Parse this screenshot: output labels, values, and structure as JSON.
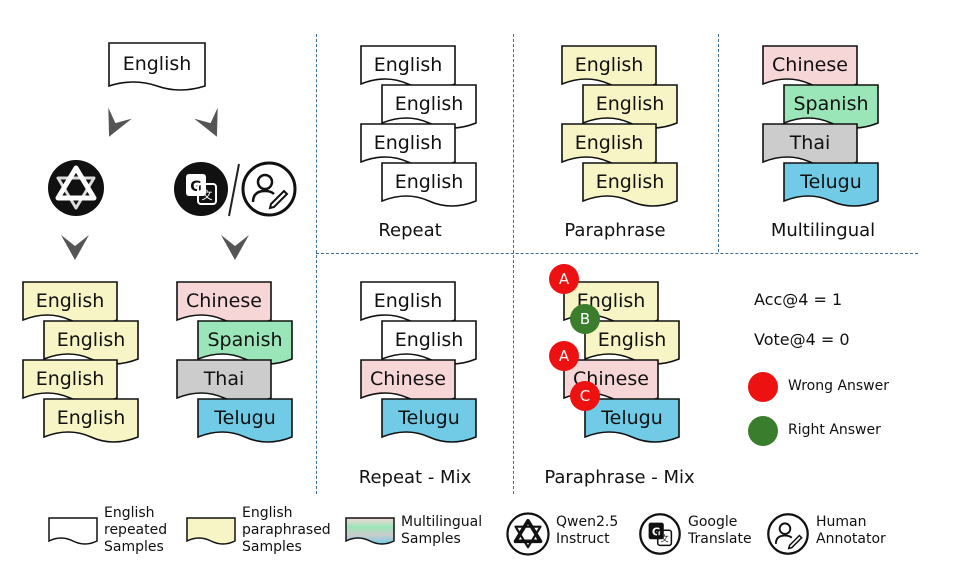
{
  "colors": {
    "english_repeated": "#ffffff",
    "english_paraphrased": "#f7f4c5",
    "chinese": "#f6d6d6",
    "spanish": "#9ae6b8",
    "thai": "#cccccc",
    "telugu": "#72cbe6",
    "divider": "#3b6f95",
    "wrong": "#ee1111",
    "right": "#3a7d2c"
  },
  "top_doc": "English",
  "left_panel": {
    "paraphrased": [
      "English",
      "English",
      "English",
      "English"
    ],
    "multilingual": [
      "Chinese",
      "Spanish",
      "Thai",
      "Telugu"
    ]
  },
  "panels": {
    "repeat": {
      "docs": [
        "English",
        "English",
        "English",
        "English"
      ],
      "caption": "Repeat"
    },
    "paraphrase": {
      "docs": [
        "English",
        "English",
        "English",
        "English"
      ],
      "caption": "Paraphrase"
    },
    "multilingual": {
      "docs": [
        "Chinese",
        "Spanish",
        "Thai",
        "Telugu"
      ],
      "caption": "Multilingual"
    },
    "repeat_mix": {
      "docs": [
        "English",
        "English",
        "Chinese",
        "Telugu"
      ],
      "caption": "Repeat - Mix"
    },
    "paraphrase_mix": {
      "docs": [
        "English",
        "English",
        "Chinese",
        "Telugu"
      ],
      "caption": "Paraphrase - Mix"
    }
  },
  "answers": [
    "A",
    "B",
    "A",
    "C"
  ],
  "stats": {
    "acc": "Acc@4 = 1",
    "vote": "Vote@4 = 0"
  },
  "answer_legend": {
    "wrong": "Wrong Answer",
    "right": "Right Answer"
  },
  "legend": {
    "english_repeated": "English\nrepeated\nSamples",
    "english_paraphrased": "English\nparaphrased\nSamples",
    "multilingual": "Multilingual\nSamples",
    "qwen": "Qwen2.5\nInstruct",
    "google": "Google\nTranslate",
    "human": "Human\nAnnotator"
  },
  "icons": [
    "qwen-icon",
    "google-translate-icon",
    "human-annotator-icon",
    "arrow-down-icon"
  ]
}
